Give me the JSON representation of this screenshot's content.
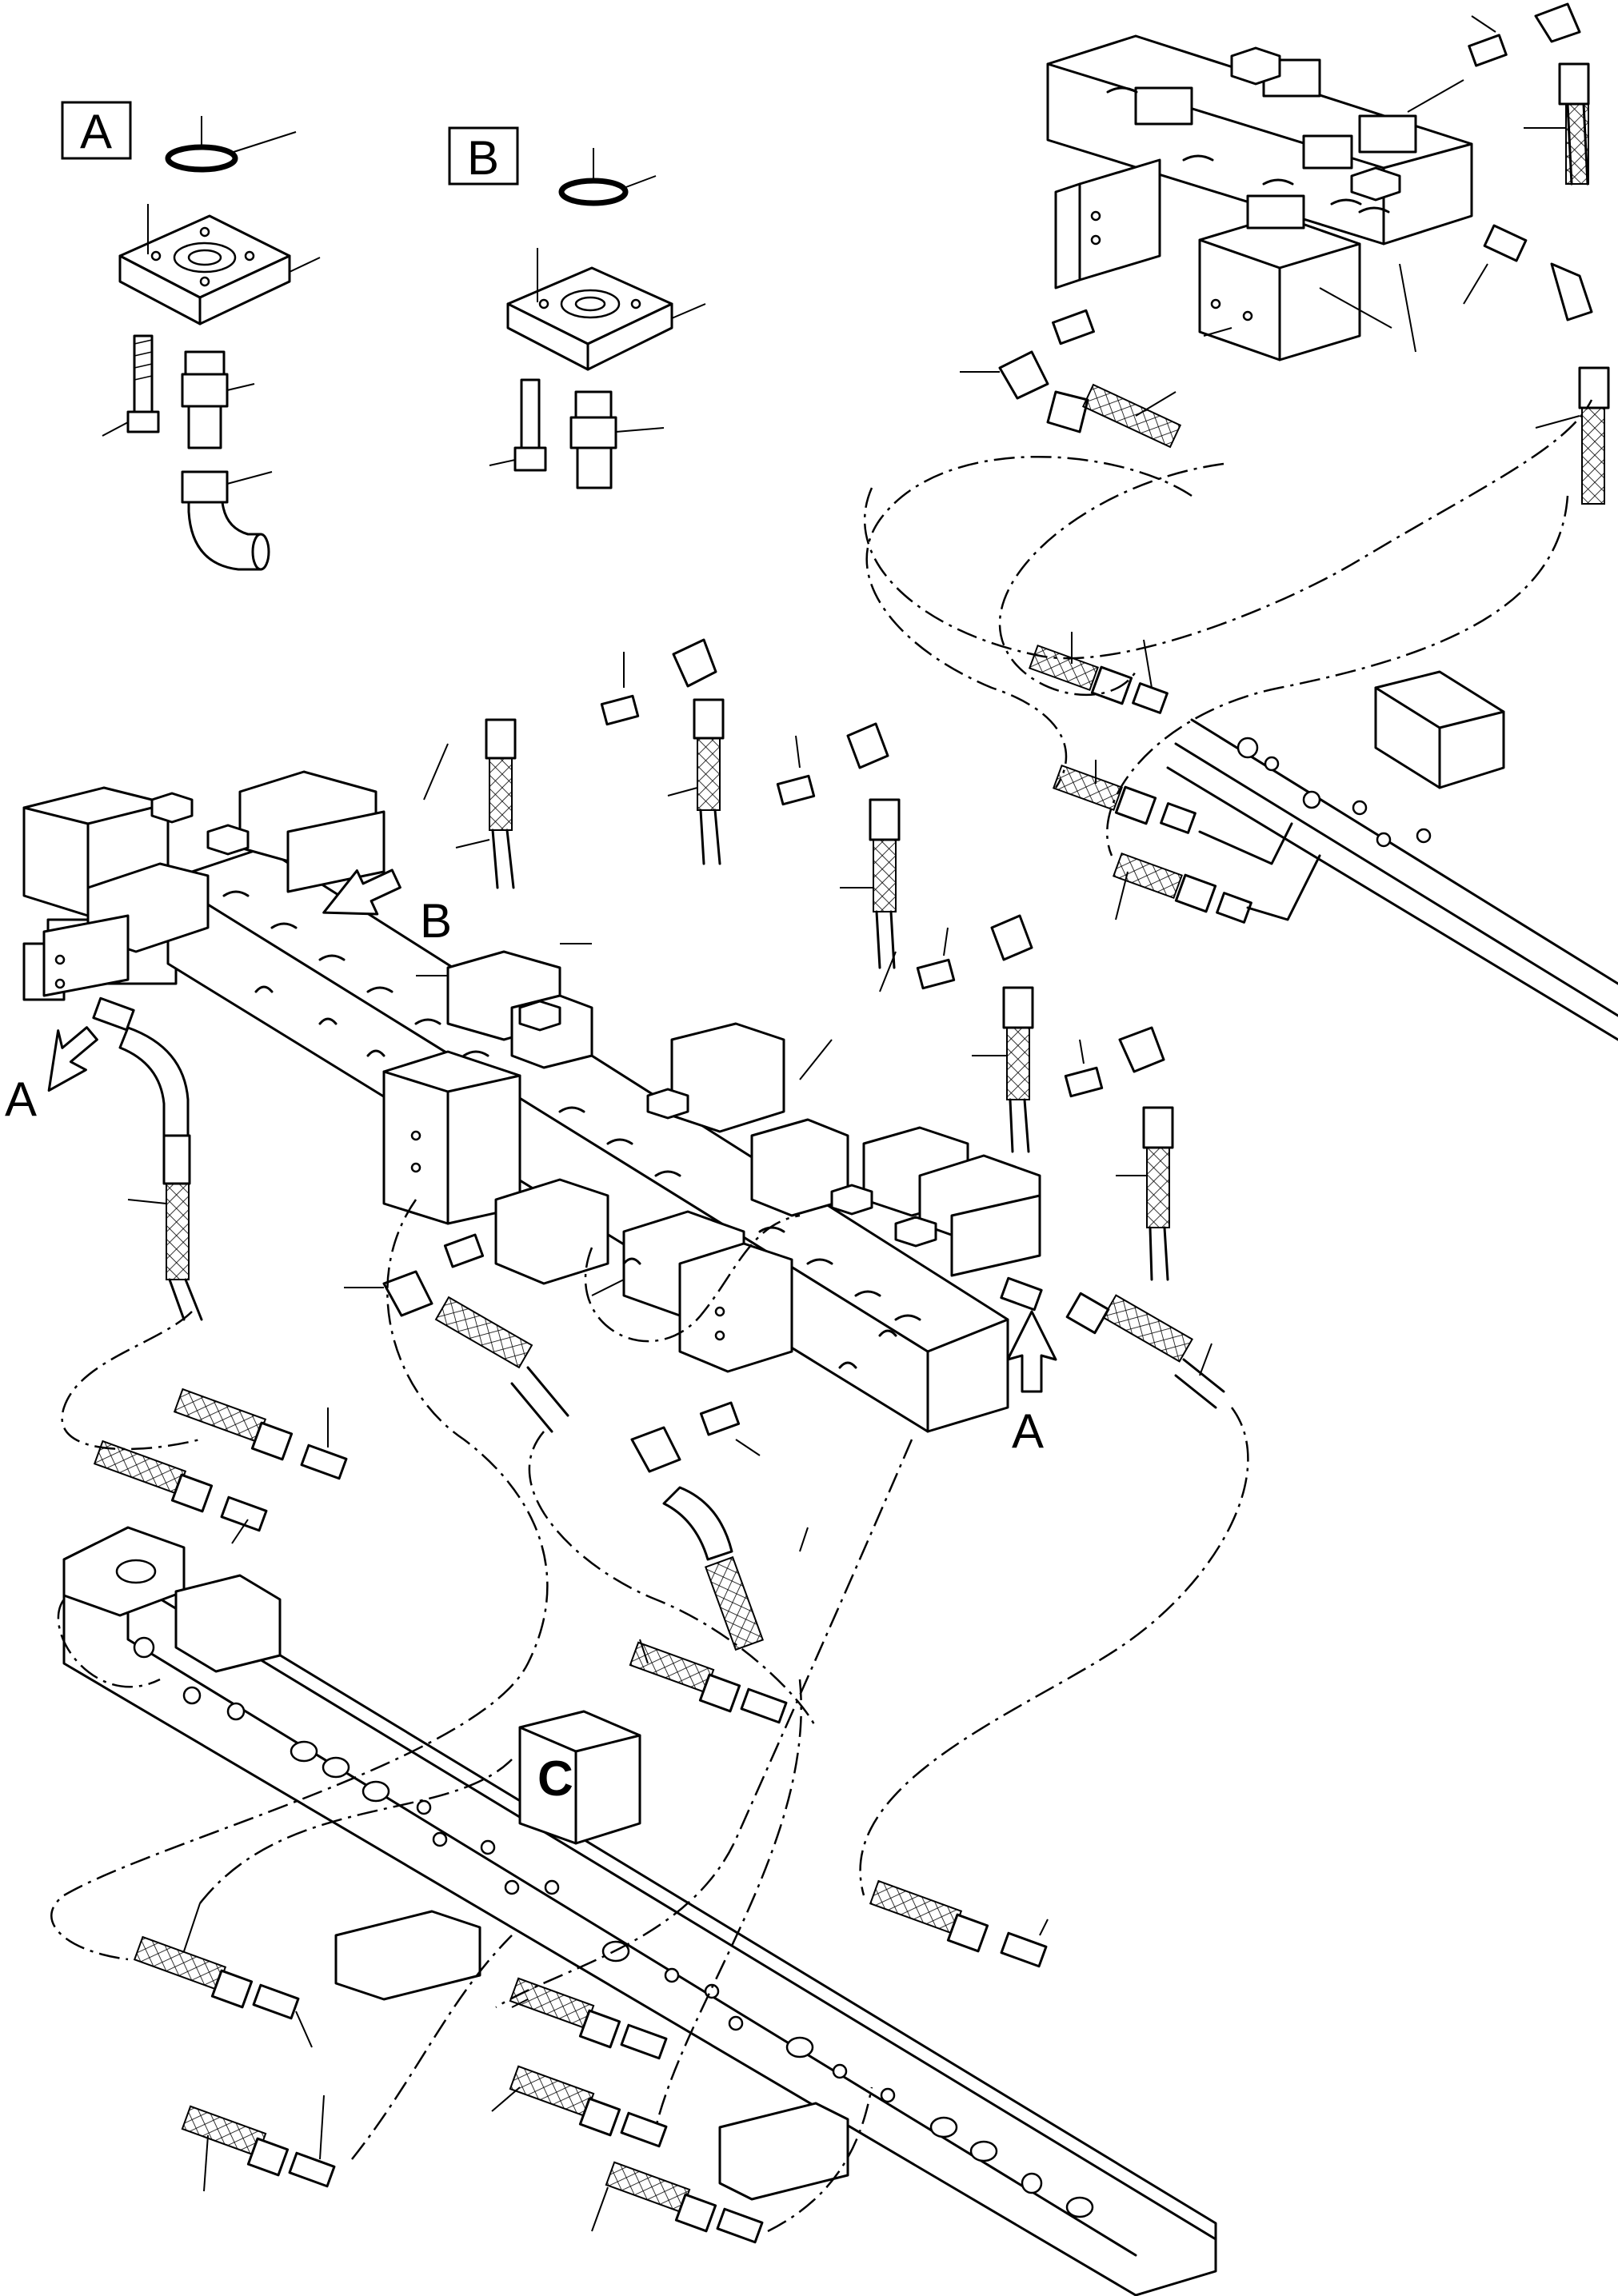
{
  "detail_labels": {
    "a": "A",
    "b": "B",
    "c": "C"
  },
  "view_arrows": {
    "a_left": "A",
    "b": "B",
    "a_right": "A"
  }
}
